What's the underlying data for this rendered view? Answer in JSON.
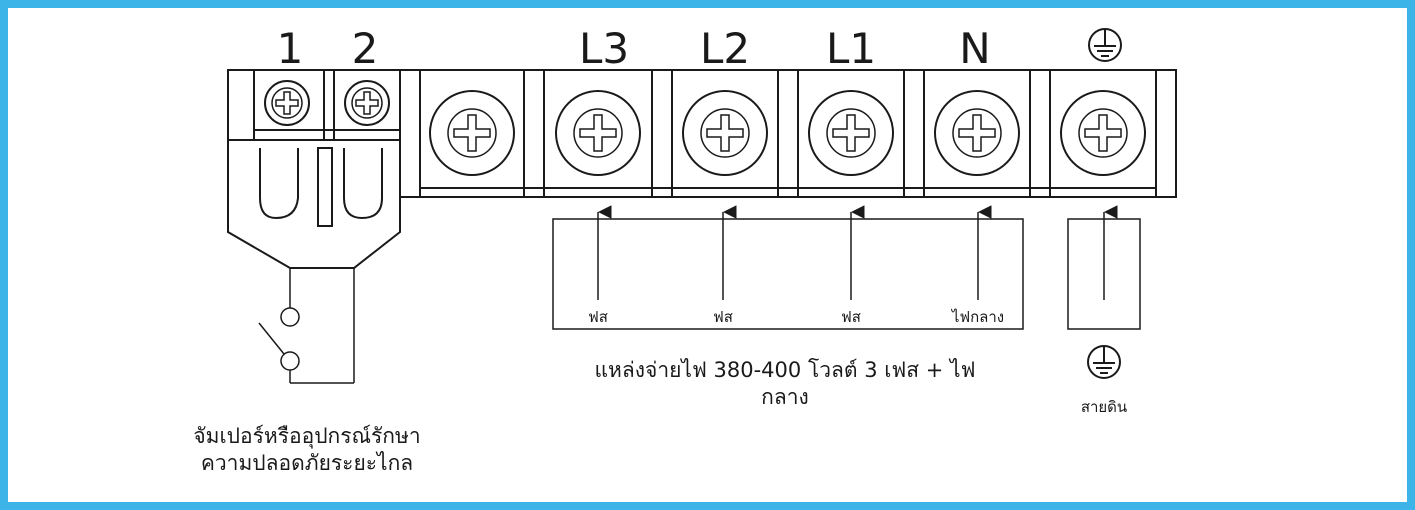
{
  "terminals": {
    "t1": "1",
    "t2": "2",
    "l3": "L3",
    "l2": "L2",
    "l1": "L1",
    "n": "N"
  },
  "supply_labels": {
    "phase_l3": "ฟส",
    "phase_l2": "ฟส",
    "phase_l1": "ฟส",
    "neutral": "ไฟกลาง",
    "caption_line1": "แหล่งจ่ายไฟ 380-400 โวลต์ 3 เฟส + ไฟ",
    "caption_line2": "กลาง"
  },
  "ground_label": "สายดิน",
  "remote_caption": {
    "line1": "จัมเปอร์หรืออุปกรณ์รักษา",
    "line2": "ความปลอดภัยระยะไกล"
  },
  "colors": {
    "frame_border": "#3db4e8",
    "line": "#1a1a1a"
  },
  "icons": [
    "ground-symbol-icon",
    "screw-icon",
    "arrow-up-icon",
    "switch-icon"
  ]
}
